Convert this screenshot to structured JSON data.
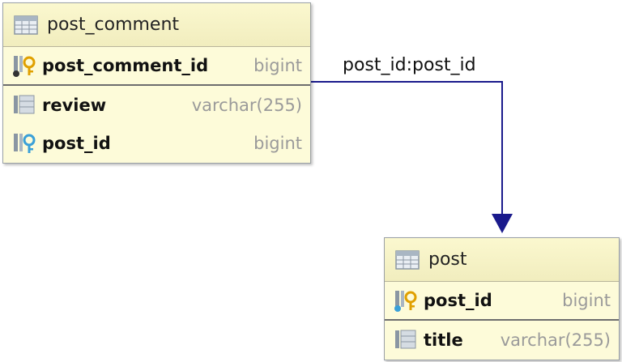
{
  "relationship": {
    "label": "post_id:post_id",
    "color": "#1a1a8c"
  },
  "entities": [
    {
      "name": "post_comment",
      "columns": [
        {
          "name": "post_comment_id",
          "type": "bigint",
          "key": "pk"
        },
        {
          "name": "review",
          "type": "varchar(255)",
          "key": "none"
        },
        {
          "name": "post_id",
          "type": "bigint",
          "key": "fk"
        }
      ]
    },
    {
      "name": "post",
      "columns": [
        {
          "name": "post_id",
          "type": "bigint",
          "key": "pk"
        },
        {
          "name": "title",
          "type": "varchar(255)",
          "key": "none"
        }
      ]
    }
  ]
}
